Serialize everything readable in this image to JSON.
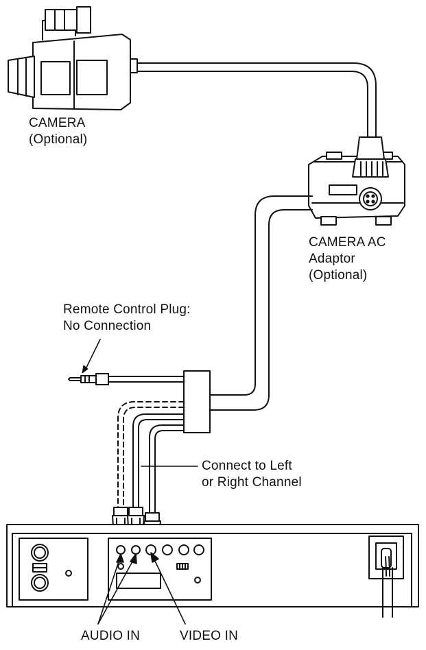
{
  "labels": {
    "camera": {
      "line1": "CAMERA",
      "line2": "(Optional)"
    },
    "ac_adaptor": {
      "line1": "CAMERA AC",
      "line2": "Adaptor",
      "line3": "(Optional)"
    },
    "remote_plug": {
      "line1": "Remote Control Plug:",
      "line2": "No Connection"
    },
    "connect_channel": {
      "line1": "Connect to Left",
      "line2": "or Right Channel"
    },
    "audio_in": "AUDIO IN",
    "video_in": "VIDEO IN"
  },
  "colors": {
    "line": "#111111",
    "background": "#ffffff"
  }
}
